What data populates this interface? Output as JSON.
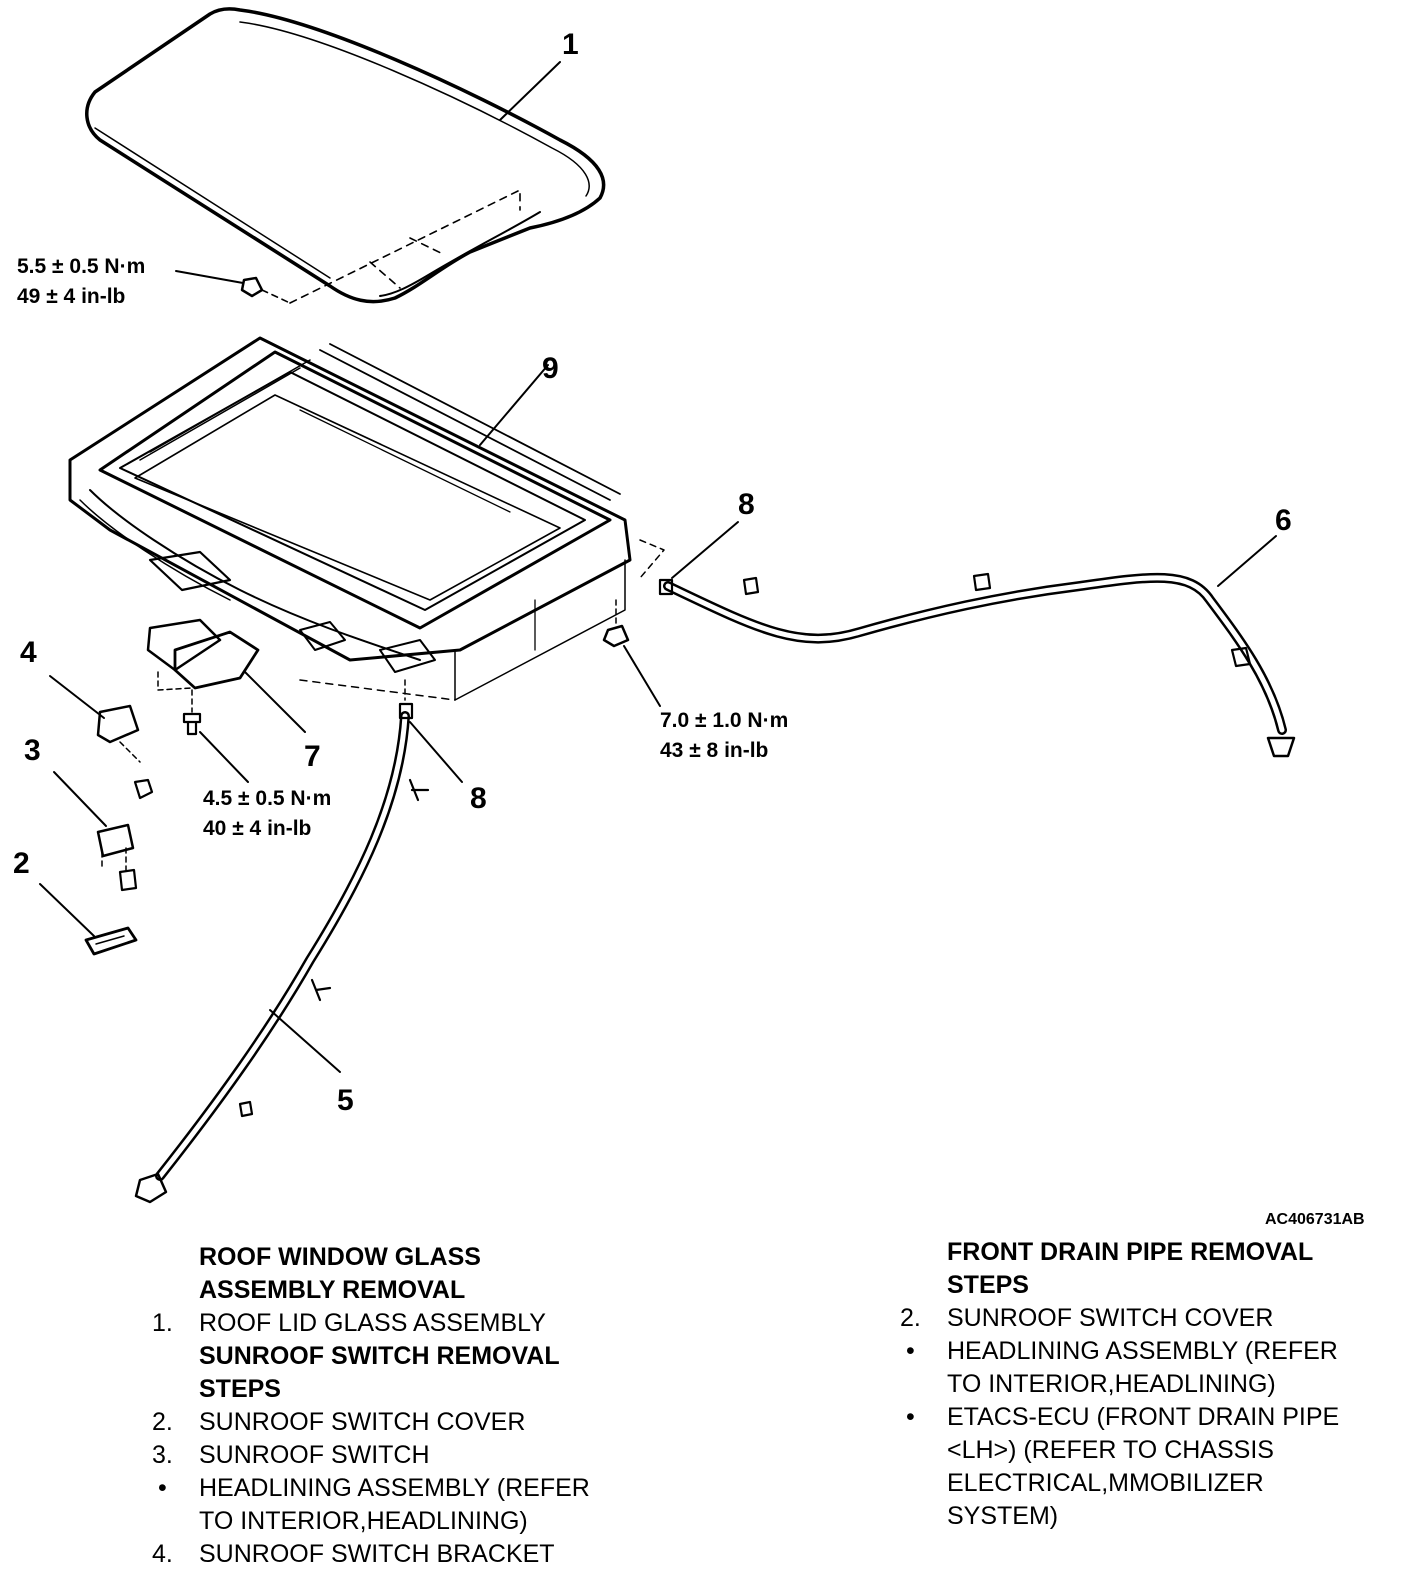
{
  "callouts": {
    "c1": "1",
    "c2": "2",
    "c3": "3",
    "c4": "4",
    "c5": "5",
    "c6": "6",
    "c7": "7",
    "c8a": "8",
    "c8b": "8",
    "c9": "9"
  },
  "torque_specs": {
    "glass_bolt": {
      "metric": "5.5 ± 0.5 N·m",
      "imperial": "49 ± 4 in-lb"
    },
    "motor_bolt": {
      "metric": "4.5 ± 0.5 N·m",
      "imperial": "40 ± 4 in-lb"
    },
    "frame_nut": {
      "metric": "7.0 ± 1.0 N·m",
      "imperial": "43 ± 8 in-lb"
    }
  },
  "reference_code": "AC406731AB",
  "left_column": {
    "heading1_line1": "ROOF WINDOW GLASS",
    "heading1_line2": "ASSEMBLY REMOVAL",
    "item1_num": "1.",
    "item1_text": "ROOF LID GLASS ASSEMBLY",
    "heading2_line1": "SUNROOF SWITCH REMOVAL",
    "heading2_line2": "STEPS",
    "item2_num": "2.",
    "item2_text": "SUNROOF SWITCH COVER",
    "item3_num": "3.",
    "item3_text": "SUNROOF SWITCH",
    "bullet1_mark": "•",
    "bullet1_line1": "HEADLINING ASSEMBLY (REFER",
    "bullet1_line2": "TO INTERIOR,HEADLINING)",
    "item4_num": "4.",
    "item4_text": "SUNROOF SWITCH BRACKET"
  },
  "right_column": {
    "heading1_line1": "FRONT DRAIN PIPE REMOVAL",
    "heading1_line2": "STEPS",
    "item2_num": "2.",
    "item2_text": "SUNROOF SWITCH COVER",
    "bullet1_mark": "•",
    "bullet1_line1": "HEADLINING ASSEMBLY (REFER",
    "bullet1_line2": "TO INTERIOR,HEADLINING)",
    "bullet2_mark": "•",
    "bullet2_line1": "ETACS-ECU (FRONT DRAIN PIPE",
    "bullet2_line2": "<LH>) (REFER TO CHASSIS",
    "bullet2_line3": "ELECTRICAL,MMOBILIZER",
    "bullet2_line4": "SYSTEM)"
  }
}
